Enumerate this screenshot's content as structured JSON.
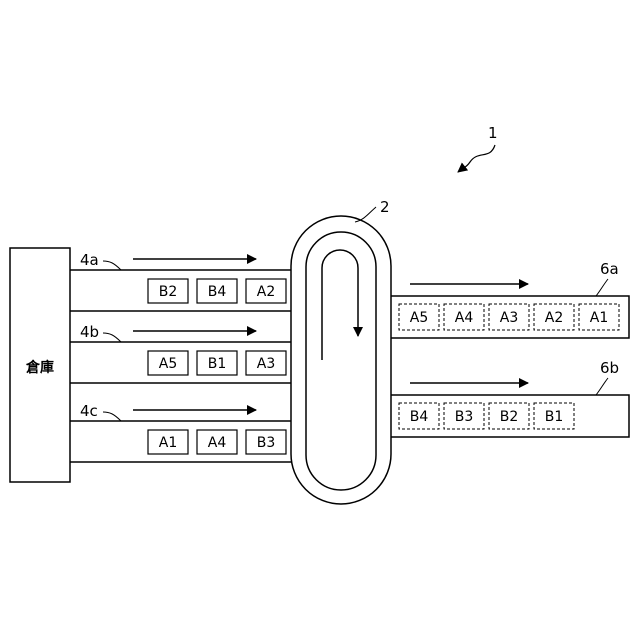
{
  "warehouse": {
    "label": "倉庫"
  },
  "system_ref": "1",
  "loop_ref": "2",
  "input_lines": [
    {
      "ref": "4a",
      "items": [
        "B2",
        "B4",
        "A2"
      ]
    },
    {
      "ref": "4b",
      "items": [
        "A5",
        "B1",
        "A3"
      ]
    },
    {
      "ref": "4c",
      "items": [
        "A1",
        "A4",
        "B3"
      ]
    }
  ],
  "output_lines": [
    {
      "ref": "6a",
      "items": [
        "A5",
        "A4",
        "A3",
        "A2",
        "A1"
      ]
    },
    {
      "ref": "6b",
      "items": [
        "B4",
        "B3",
        "B2",
        "B1"
      ]
    }
  ]
}
